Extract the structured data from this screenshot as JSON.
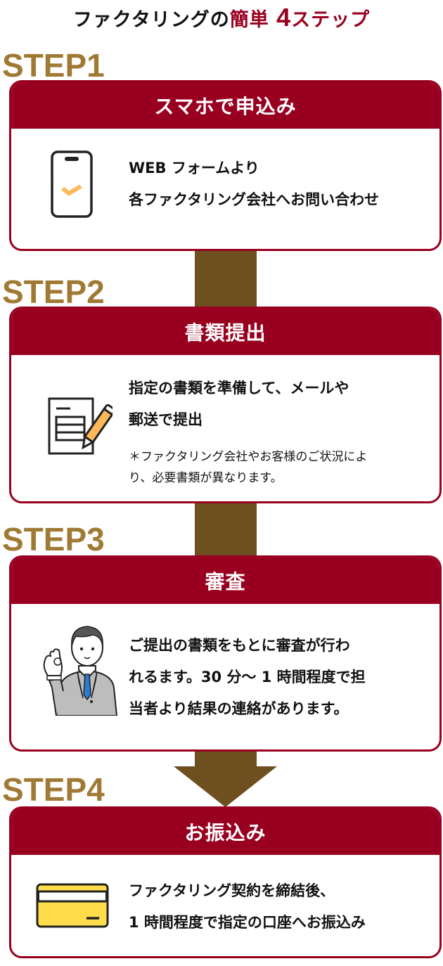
{
  "title": {
    "prefix": "ファクタリングの",
    "accent": "簡単",
    "number": "4",
    "suffix": "ステップ"
  },
  "colors": {
    "brand_red": "#990020",
    "step_label_gold": "#a07a34",
    "connector_brown": "#6e4f20",
    "icon_orange": "#ffb85a",
    "card_yellow": "#ffdc4a"
  },
  "steps": [
    {
      "label": "STEP1",
      "heading": "スマホで申込み",
      "icon": "smartphone-check-icon",
      "lines": [
        "WEB フォームより",
        "各ファクタリング会社へお問い合わせ"
      ],
      "note_lines": []
    },
    {
      "label": "STEP2",
      "heading": "書類提出",
      "icon": "document-pencil-icon",
      "lines": [
        "指定の書類を準備して、メールや",
        "郵送で提出"
      ],
      "note_lines": [
        "＊ファクタリング会社やお客様のご状況によ",
        "り、必要書類が異なります。"
      ]
    },
    {
      "label": "STEP3",
      "heading": "審査",
      "icon": "businessman-ok-icon",
      "lines": [
        "ご提出の書類をもとに審査が行わ",
        "れるます。30 分～ 1 時間程度で担",
        "当者より結果の連絡があります。"
      ],
      "note_lines": []
    },
    {
      "label": "STEP4",
      "heading": "お振込み",
      "icon": "credit-card-icon",
      "lines": [
        "ファクタリング契約を締結後、",
        "1 時間程度で指定の口座へお振込み"
      ],
      "note_lines": []
    }
  ]
}
